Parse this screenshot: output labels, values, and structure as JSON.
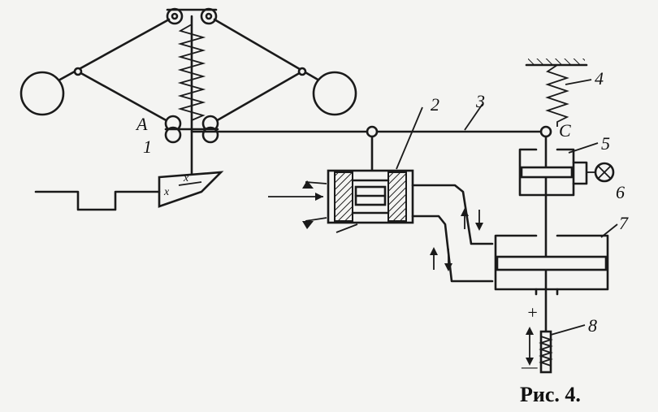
{
  "labels": {
    "n1": "1",
    "n2": "2",
    "n3": "3",
    "n4": "4",
    "n5": "5",
    "n6": "6",
    "n7": "7",
    "n8": "8",
    "point_a": "A",
    "point_c": "C",
    "cam_x_right": "x",
    "cam_x_left": "x",
    "plus": "+",
    "minus": "—"
  },
  "caption": "Рис. 4."
}
